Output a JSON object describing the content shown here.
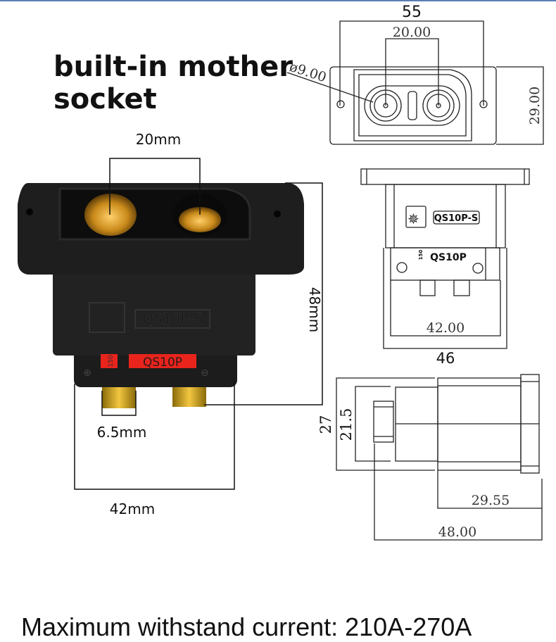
{
  "title_line1": "built-in mother",
  "title_line2": "socket",
  "photo": {
    "dim_pin_spacing": "20mm",
    "dim_height": "48mm",
    "dim_pin_width": "6.5mm",
    "dim_width": "42mm",
    "label_model_s": "QS10P-S",
    "label_model": "QS10P",
    "label_small": "150"
  },
  "front_drawing": {
    "dim_total": "55",
    "dim_pin_spacing": "20.00",
    "dim_diameter": "ø9.00",
    "dim_height": "29.00"
  },
  "top_drawing": {
    "label_model_s": "QS10P-S",
    "label_model": "QS10P",
    "label_small": "150",
    "dim_inner": "42.00",
    "dim_outer": "46"
  },
  "side_drawing": {
    "dim_outer_height": "27",
    "dim_inner_height": "21.5",
    "dim_body_length": "29.55",
    "dim_total_length": "48.00"
  },
  "footer": "Maximum withstand current: 210A-270A",
  "colors": {
    "accent_line": "#5b7fb5",
    "label_red": "#e8241c",
    "gold": "#d9a12a"
  }
}
